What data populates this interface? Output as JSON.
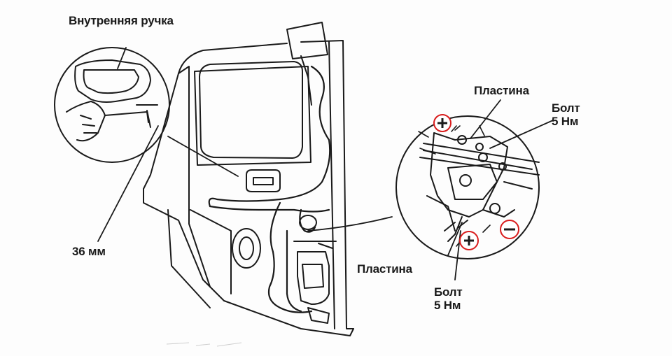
{
  "labels": {
    "inner_handle": "Внутренняя ручка",
    "distance": "36 мм",
    "plate_top": "Пластина",
    "bolt_top_line1": "Болт",
    "bolt_top_line2": "5 Нм",
    "plate_bottom": "Пластина",
    "bolt_bottom_line1": "Болт",
    "bolt_bottom_line2": "5 Нм"
  },
  "markers": {
    "plus_symbol": "+",
    "minus_symbol": "−",
    "marker_color": "#d91c1c",
    "line_color": "#1a1a1a"
  }
}
